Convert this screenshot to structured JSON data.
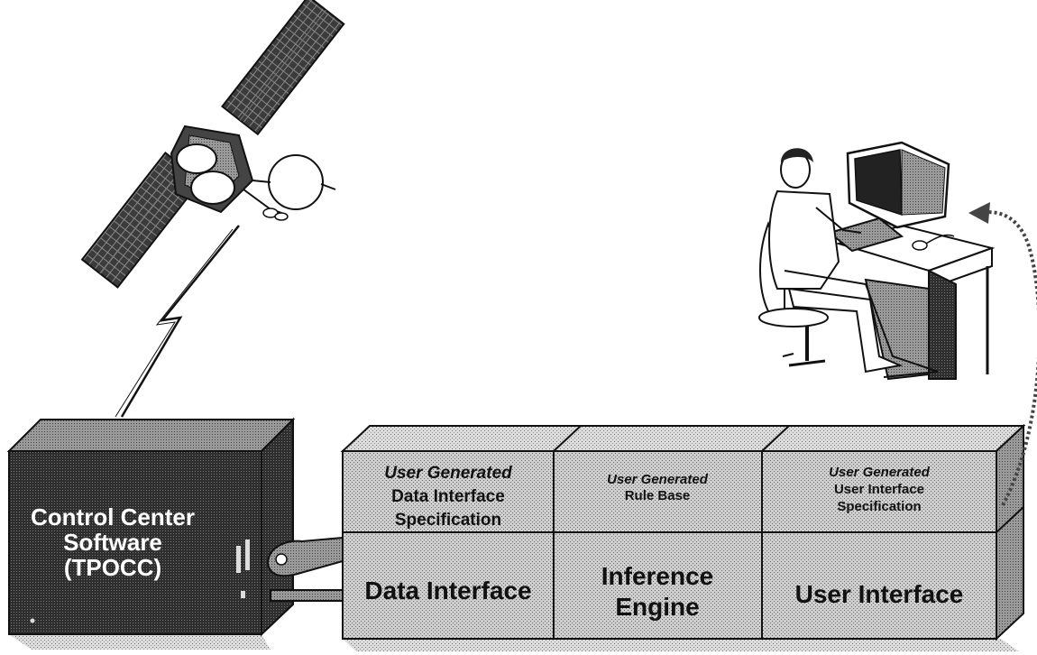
{
  "tpocc": {
    "line1": "Control Center",
    "line2": "Software",
    "line3": "(TPOCC)"
  },
  "system": {
    "top_row": [
      {
        "lead": "User Generated",
        "line2": "Data Interface",
        "line3": "Specification"
      },
      {
        "lead": "User Generated",
        "line2": "Rule Base",
        "line3": ""
      },
      {
        "lead": "User Generated",
        "line2": "User Interface",
        "line3": "Specification"
      }
    ],
    "bottom_row": [
      {
        "line1": "Data Interface",
        "line2": ""
      },
      {
        "line1": "Inference",
        "line2": "Engine"
      },
      {
        "line1": "User Interface",
        "line2": ""
      }
    ]
  },
  "icons": {
    "satellite": "satellite-icon",
    "operator": "operator-workstation-icon",
    "link": "lightning-link-icon",
    "arrow": "dotted-arrow-icon"
  },
  "colors": {
    "tpocc_face": "#3a3a3a",
    "module_face": "#bdbdbd",
    "module_top": "#a9a9a9",
    "ink": "#111111"
  }
}
